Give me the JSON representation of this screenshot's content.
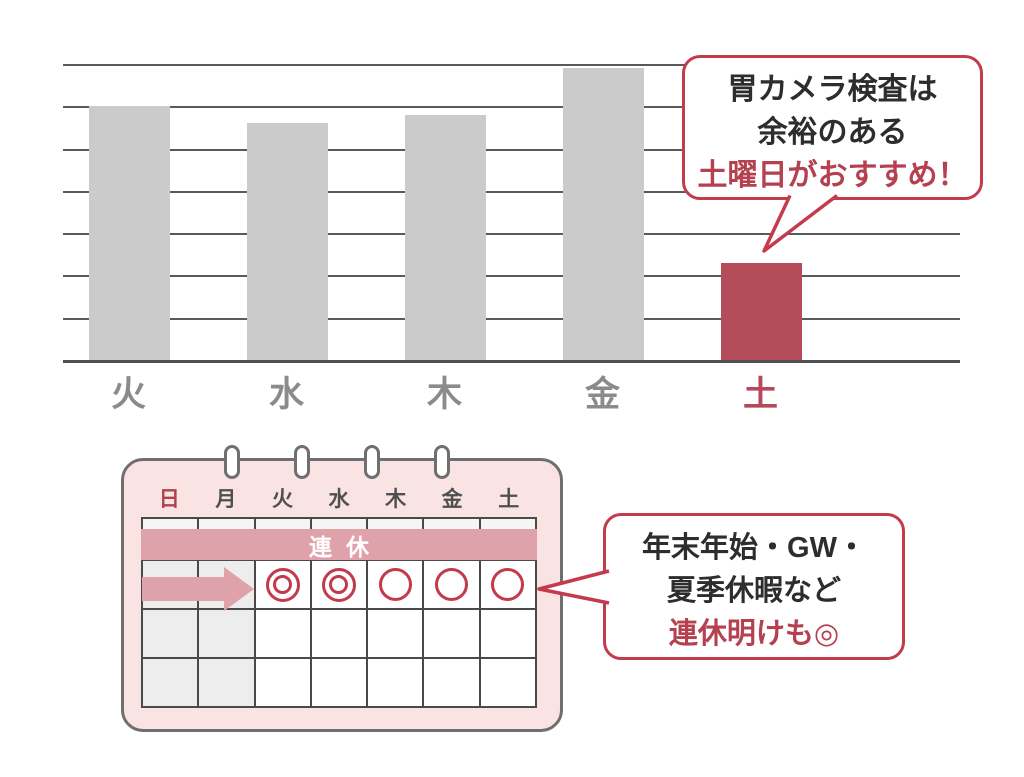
{
  "chart_data": {
    "type": "bar",
    "title": "",
    "xlabel": "",
    "ylabel": "",
    "categories": [
      "火",
      "水",
      "木",
      "金",
      "土"
    ],
    "values": [
      6.0,
      5.6,
      5.8,
      6.9,
      2.3
    ],
    "ylim": [
      0,
      7
    ],
    "y_axis_labels_shown": false,
    "gridline_count": 8,
    "grid_on": true,
    "legend": "none",
    "bar_colors": [
      "#cbcbcb",
      "#cbcbcb",
      "#cbcbcb",
      "#cbcbcb",
      "#b54c59"
    ],
    "label_colors": [
      "#8b8b8b",
      "#8b8b8b",
      "#8b8b8b",
      "#8b8b8b",
      "#b5485a"
    ],
    "highlight_category": "土"
  },
  "callout_top": {
    "lines": [
      {
        "text": "胃カメラ検査は",
        "color": "#2d2d2d"
      },
      {
        "text": "余裕のある",
        "color": "#2d2d2d"
      },
      {
        "text": "土曜日がおすすめ！",
        "color": "#b5404f"
      }
    ]
  },
  "callout_bottom": {
    "lines": [
      {
        "text": "年末年始・GW・",
        "color": "#2d2d2d"
      },
      {
        "text": "夏季休暇など",
        "color": "#2d2d2d"
      },
      {
        "text": "連休明けも◎",
        "color": "#b5404f"
      }
    ]
  },
  "calendar": {
    "banner_label": "連休",
    "day_headers": [
      {
        "label": "日",
        "color": "#b0424e"
      },
      {
        "label": "月",
        "color": "#4f4f4f"
      },
      {
        "label": "火",
        "color": "#4f4f4f"
      },
      {
        "label": "水",
        "color": "#4f4f4f"
      },
      {
        "label": "木",
        "color": "#4f4f4f"
      },
      {
        "label": "金",
        "color": "#4f4f4f"
      },
      {
        "label": "土",
        "color": "#4f4f4f"
      }
    ],
    "marks_row": [
      "arrow",
      "arrow",
      "double-circle",
      "double-circle",
      "circle",
      "circle",
      "circle"
    ],
    "shaded_day_columns": [
      "日",
      "月"
    ],
    "row_count": 4
  },
  "colors": {
    "bar_gray": "#cbcbcb",
    "accent_red": "#b54c59",
    "bubble_border": "#c23c4e",
    "banner_rose": "#dfa1aa",
    "calendar_bg": "#f9e3e3",
    "calendar_frame": "#6f6f6f",
    "chart_grid_line": "#5a5a5a",
    "chart_baseline": "#4f4f4f",
    "calendar_grid_line": "#4a4a4a",
    "cell_shaded": "#ededed",
    "cell_row1": "#f5f5f5",
    "mark_red": "#c23a4c"
  }
}
